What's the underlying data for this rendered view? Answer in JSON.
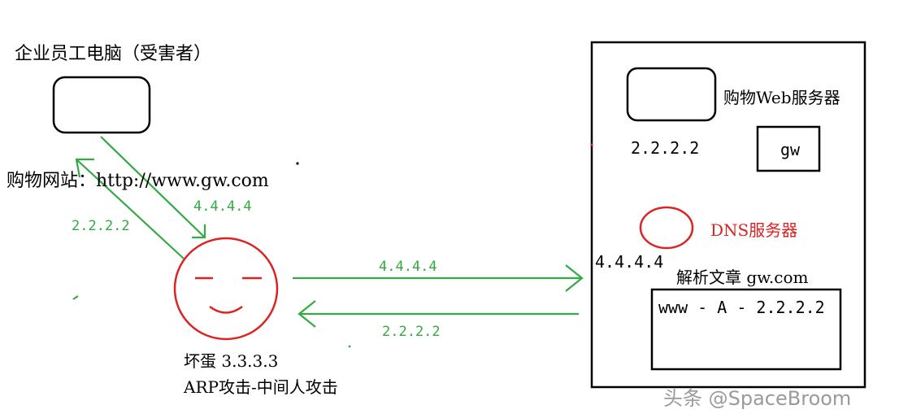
{
  "labels": {
    "victim_pc": "企业员工电脑（受害者）",
    "shop_site": "购物网站：http://www.gw.com",
    "arrow_up_ip": "2.2.2.2",
    "arrow_down_ip": "4.4.4.4",
    "attacker_name": "坏蛋 3.3.3.3",
    "attacker_attack": "ARP攻击-中间人攻击",
    "to_server_ip": "4.4.4.4",
    "from_server_ip": "2.2.2.2",
    "web_server": "购物Web服务器",
    "web_server_ip": "2.2.2.2",
    "gw_box": "gw",
    "dns_server": "DNS服务器",
    "dns_ip": "4.4.4.4",
    "zone_label": "解析文章 gw.com",
    "dns_record": "www - A - 2.2.2.2",
    "watermark": "头条 @SpaceBroom"
  },
  "colors": {
    "green": "#33aa44",
    "red": "#dd2222",
    "black": "#000000"
  }
}
